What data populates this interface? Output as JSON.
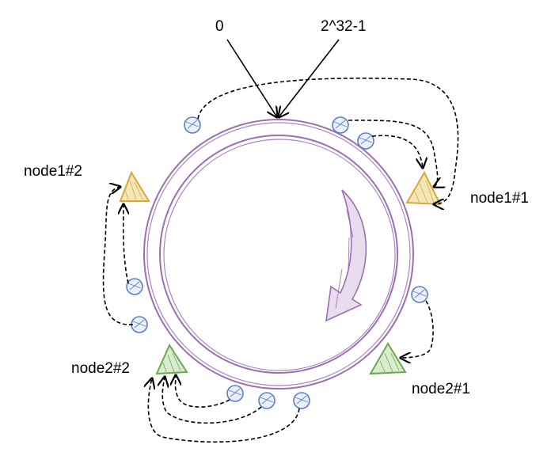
{
  "labels": {
    "zero": "0",
    "max": "2^32-1",
    "node1_1": "node1#1",
    "node1_2": "node1#2",
    "node2_1": "node2#1",
    "node2_2": "node2#2"
  },
  "colors": {
    "ring": "#9b6fb0",
    "key": "#5b7fc7",
    "node1": "#d4a93c",
    "node2": "#6aa84f",
    "edge": "#000000"
  }
}
